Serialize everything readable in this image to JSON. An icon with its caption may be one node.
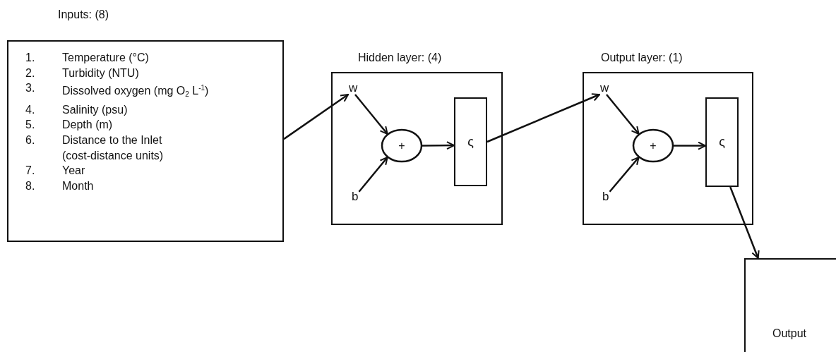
{
  "diagram": {
    "nodes": [
      {
        "text": [
          "Inputs: (8)",
          "1. Temperature (°C)",
          "2. Turbidity (NTU)",
          "3. Dissolved oxygen (mg O$_{2}$ L$^{-1}$)",
          "4. Salinity (psu)",
          "5. Depth (m)",
          "6. Distance to the Inlet (cost-distance units)",
          "7. Year",
          "8. Month"
        ]
      },
      {
        "text": [
          "Hidden layer: (4)"
        ]
      },
      {
        "text": [
          "w"
        ],
        "in": 1
      },
      {
        "text": [
          "b"
        ],
        "in": 1
      },
      {
        "text": [
          "+"
        ],
        "in": 1
      },
      {
        "text": [
          "ς"
        ],
        "in": 1
      },
      {
        "text": [
          "Output layer: (1)"
        ]
      },
      {
        "text": [
          "w"
        ],
        "in": 6
      },
      {
        "text": [
          "b"
        ],
        "in": 6
      },
      {
        "text": [
          "+"
        ],
        "in": 6
      },
      {
        "text": [
          "ς"
        ],
        "in": 6
      },
      {
        "text": [
          "Output"
        ]
      }
    ],
    "edges": [
      {
        "from": 0,
        "to": 2,
        "arrow": "to"
      },
      {
        "from": 2,
        "to": 4,
        "arrow": "to"
      },
      {
        "from": 3,
        "to": 4,
        "arrow": "to"
      },
      {
        "from": 4,
        "to": 5,
        "arrow": "to"
      },
      {
        "from": 5,
        "to": 7,
        "arrow": "to"
      },
      {
        "from": 7,
        "to": 9,
        "arrow": "to"
      },
      {
        "from": 8,
        "to": 9,
        "arrow": "to"
      },
      {
        "from": 9,
        "to": 10,
        "arrow": "to"
      },
      {
        "from": 10,
        "to": 11,
        "arrow": "to"
      }
    ]
  }
}
